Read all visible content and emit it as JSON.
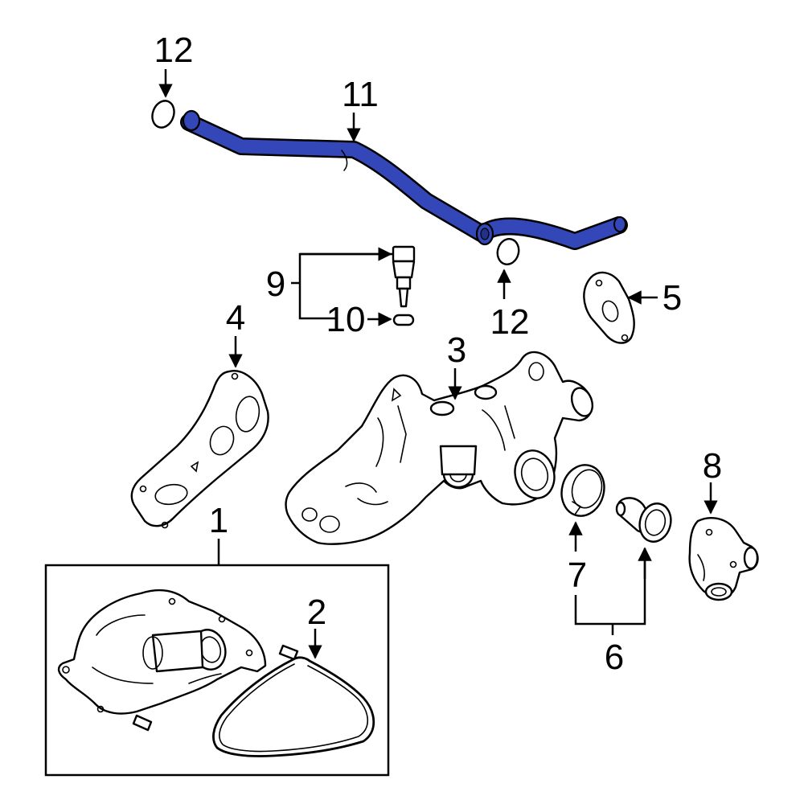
{
  "diagram": {
    "highlight_color": "#3347b8",
    "callouts": {
      "c1": "1",
      "c2": "2",
      "c3": "3",
      "c4": "4",
      "c5": "5",
      "c6": "6",
      "c7": "7",
      "c8": "8",
      "c9": "9",
      "c10": "10",
      "c11": "11",
      "c12_top": "12",
      "c12_mid": "12"
    }
  }
}
